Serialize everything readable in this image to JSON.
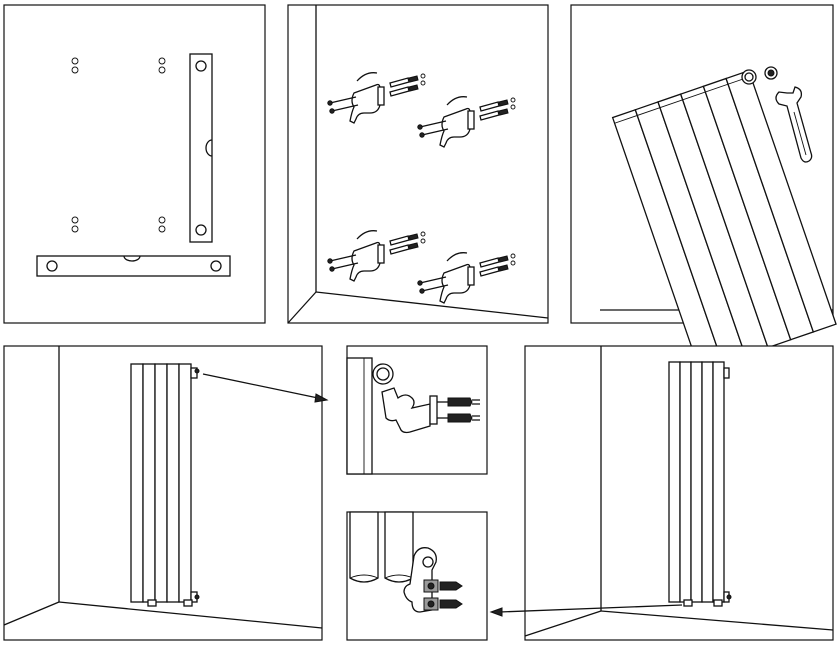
{
  "figure": {
    "panels": [
      {
        "id": "panel-1",
        "step": "mark-drilling-holes-with-template"
      },
      {
        "id": "panel-2",
        "step": "fit-wall-brackets-with-plugs-and-screws"
      },
      {
        "id": "panel-3",
        "step": "fit-valve-caps-with-spanner"
      },
      {
        "id": "panel-4",
        "step": "radiator-top-bracket-engaged"
      },
      {
        "id": "panel-5",
        "step": "top-bracket-detail"
      },
      {
        "id": "panel-6",
        "step": "bottom-bracket-detail"
      },
      {
        "id": "panel-7",
        "step": "radiator-bottom-bracket-engaged"
      }
    ]
  },
  "colors": {
    "line": "#111111",
    "background": "#ffffff",
    "shade": "#9a9a9a"
  }
}
